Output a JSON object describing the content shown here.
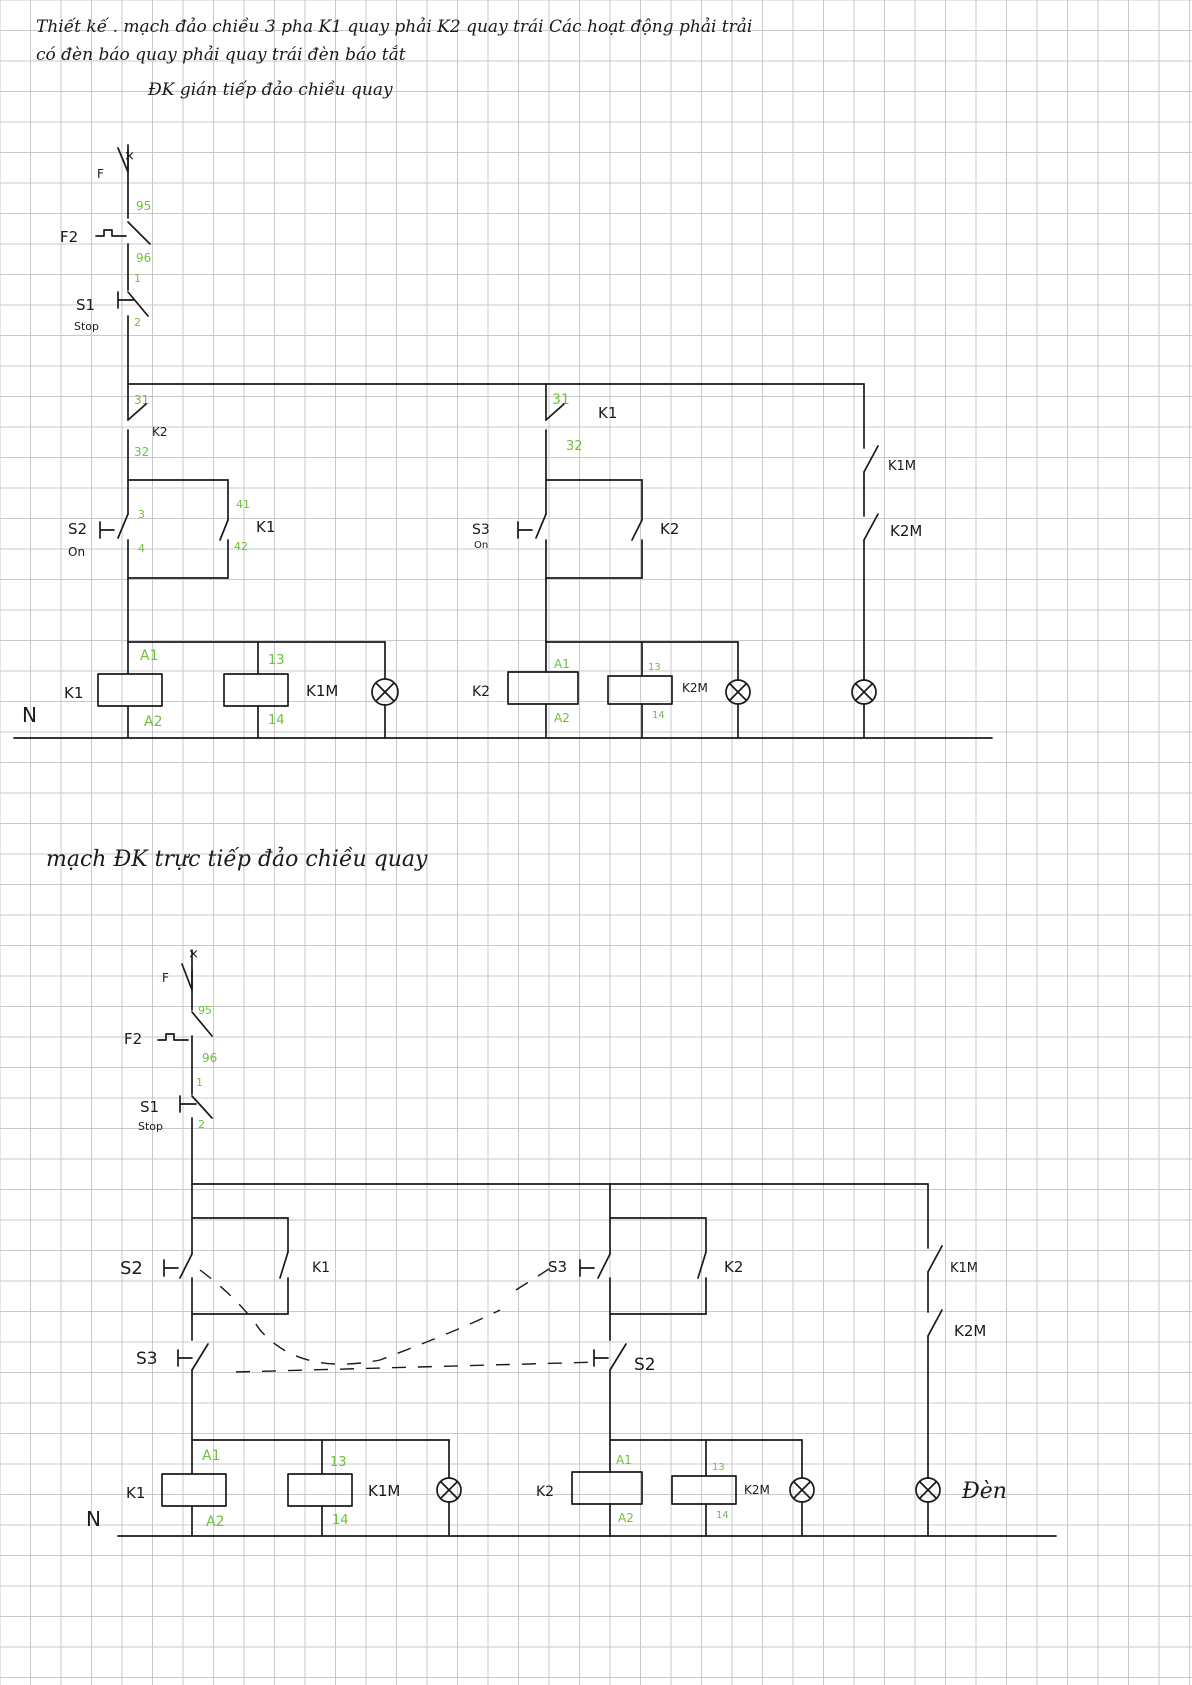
{
  "notes": {
    "line1": "Thiết kế . mạch đảo chiều 3 pha K1 quay phải K2 quay trái Các hoạt động phải trải",
    "line2": "có đèn báo quay phải quay trái đèn báo tắt",
    "line3": "ĐK gián tiếp đảo chiều quay"
  },
  "circuit1": {
    "fuse": "F",
    "f2": "F2",
    "t95": "95",
    "t96": "96",
    "s1": "S1",
    "s1_sub": "Stop",
    "t1": "1",
    "t2": "2",
    "k2_nc_top": "31",
    "k2_nc_label": "K2",
    "k2_nc_bot": "32",
    "s2": "S2",
    "s2_sub": "On",
    "s2_t3": "3",
    "s2_t4": "4",
    "k1_hold_top": "41",
    "k1_hold_bot": "42",
    "k1_hold_label": "K1",
    "k1_nc2_top": "31",
    "k1_nc2_label": "K1",
    "k1_nc2_bot": "32",
    "s3": "S3",
    "s3_sub": "On",
    "k2_hold_label": "K2",
    "k1m": "K1M",
    "k2m": "K2M",
    "k1_coil": "K1",
    "a1": "A1",
    "a2": "A2",
    "t13": "13",
    "t14": "14",
    "k1m_lamp": "K1M",
    "k2_coil": "K2",
    "k2m_lamp": "K2M",
    "neutral": "N"
  },
  "section2": {
    "title": "mạch ĐK trực tiếp đảo chiều quay"
  },
  "circuit2": {
    "fuse": "F",
    "f2": "F2",
    "t95": "95",
    "t96": "96",
    "s1": "S1",
    "s1_sub": "Stop",
    "t1": "1",
    "t2": "2",
    "s2": "S2",
    "k1_hold": "K1",
    "s3_top": "S3",
    "k2_hold": "K2",
    "k1m": "K1M",
    "k2m": "K2M",
    "s3_nc": "S3",
    "s2_nc": "S2",
    "k1_coil": "K1",
    "a1": "A1",
    "a2": "A2",
    "t13": "13",
    "t14": "14",
    "k1m_lamp": "K1M",
    "k2_coil": "K2",
    "k2m_lamp": "K2M",
    "lamp": "Đèn",
    "neutral": "N"
  },
  "colors": {
    "grid": "#c9c9c9",
    "ink": "#1a1a1a",
    "terminal": "#6cc23a"
  }
}
